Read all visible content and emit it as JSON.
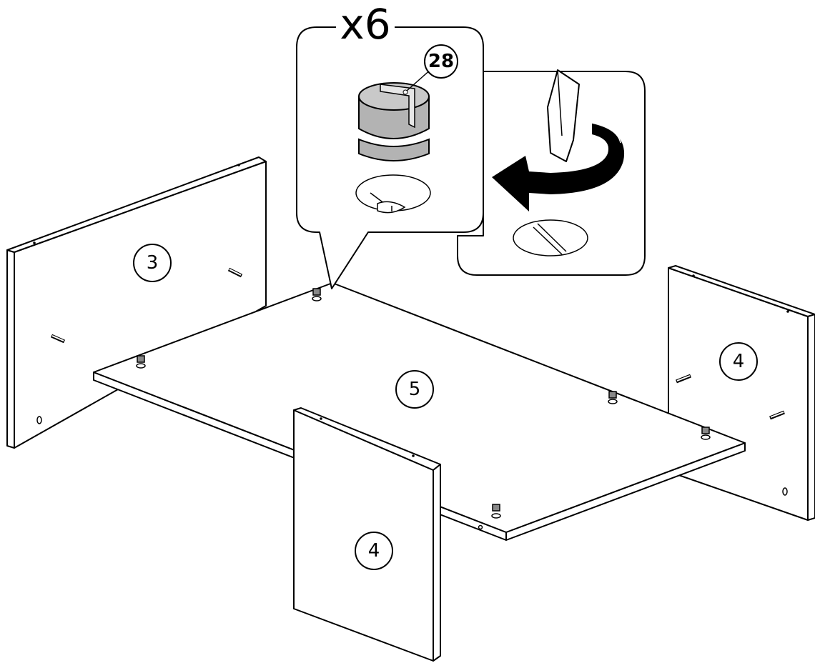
{
  "quantity": "x6",
  "part_badge": "28",
  "panels": {
    "left": "3",
    "bottom": "5",
    "right": "4",
    "front": "4"
  }
}
